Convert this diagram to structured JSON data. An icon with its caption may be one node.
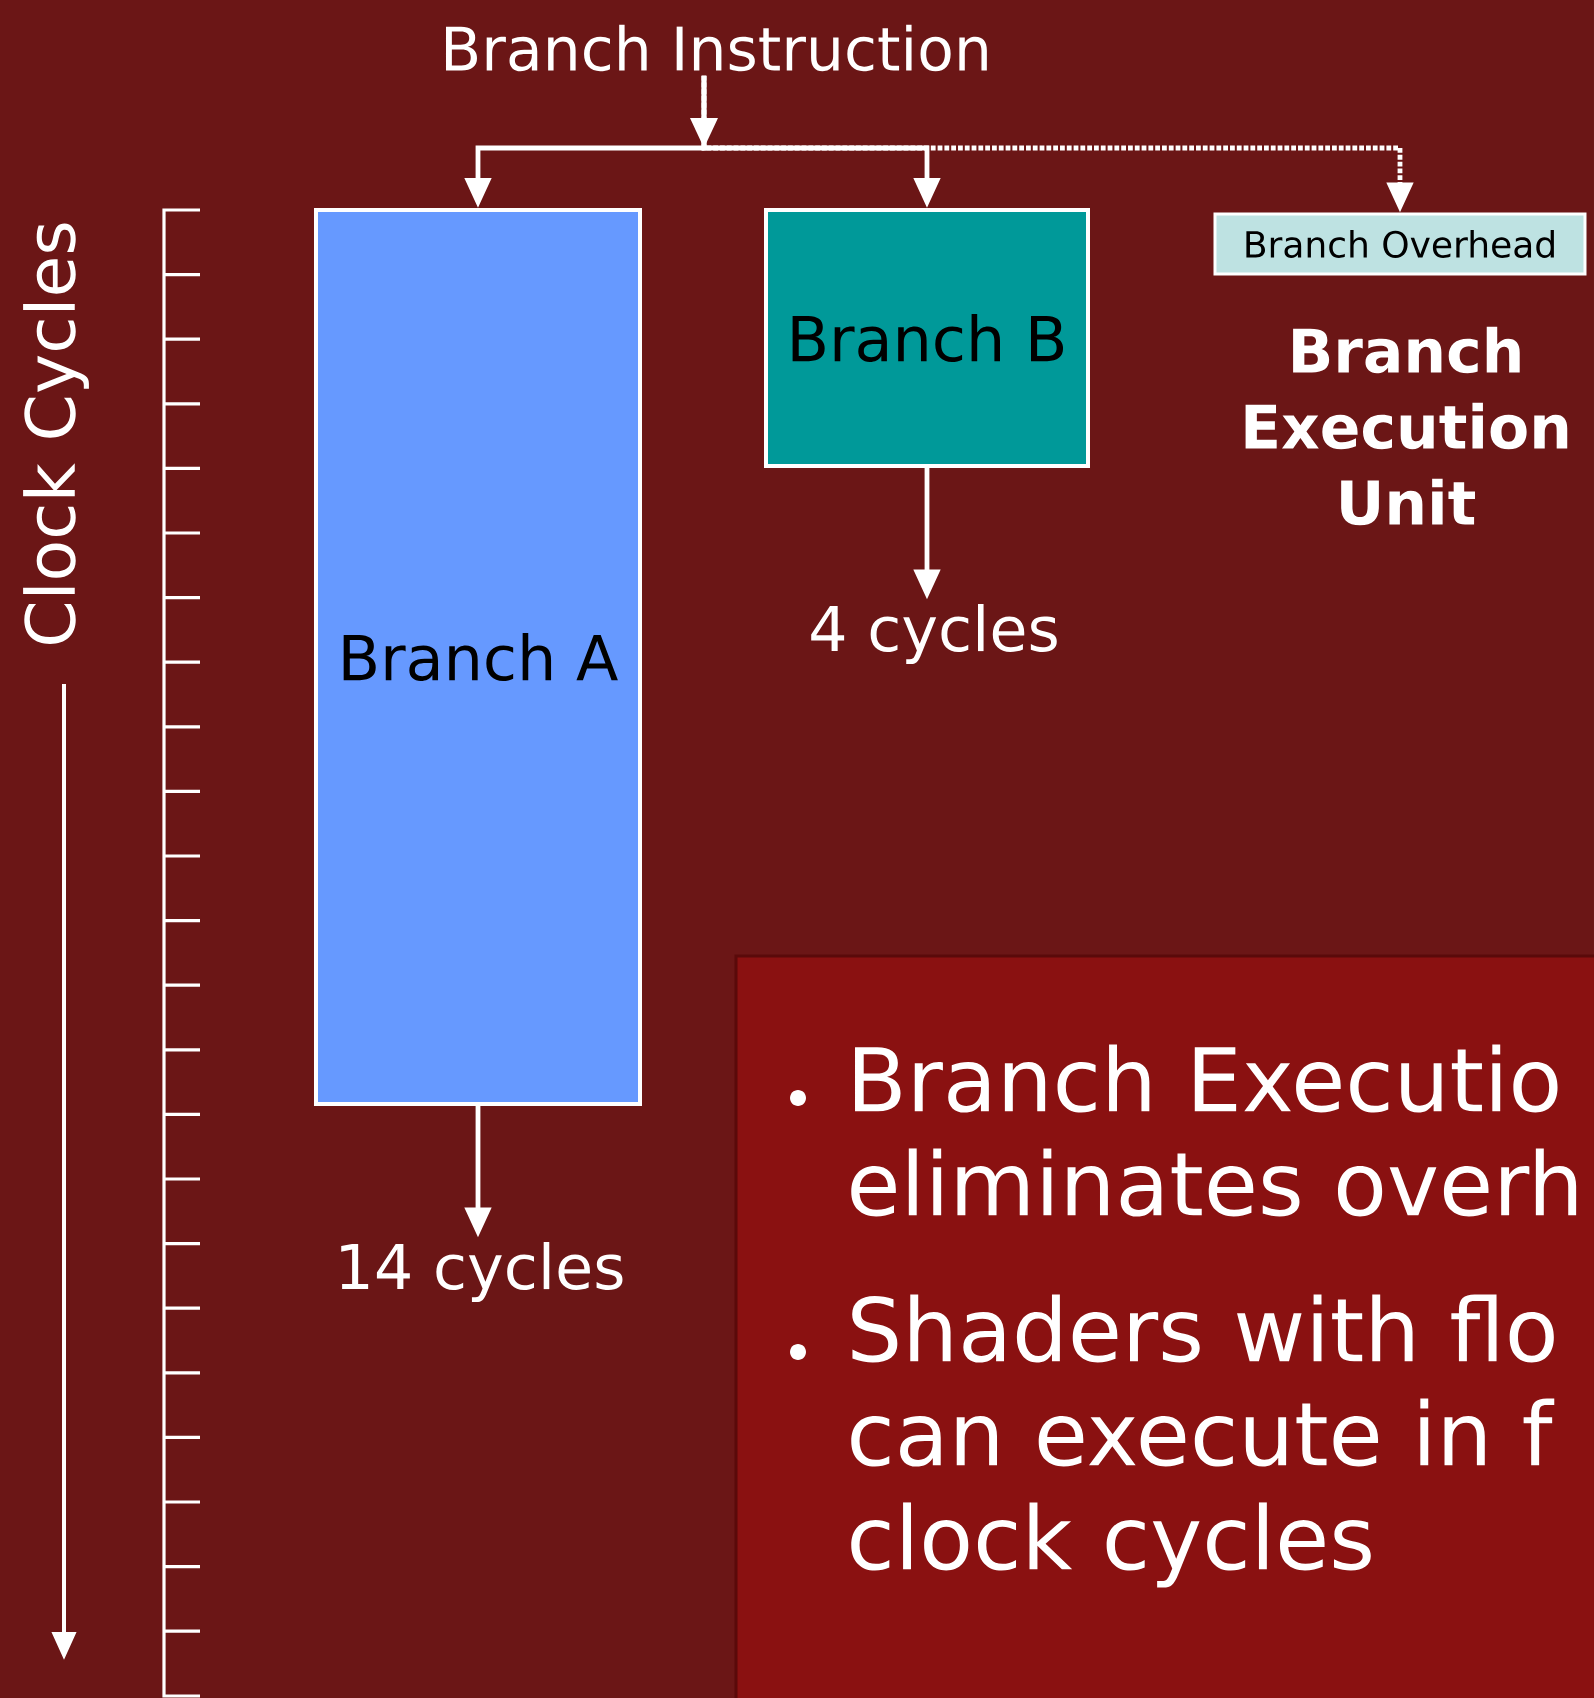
{
  "diagram": {
    "nodes": [
      {
        "text": [
          "Branch Instruction"
        ]
      },
      {
        "text": [
          "Branch A"
        ]
      },
      {
        "text": [
          "Branch B"
        ]
      },
      {
        "text": [
          "Branch Overhead"
        ],
        "beside": [
          "Branch Execution Unit"
        ]
      },
      {
        "text": [
          "4 cycles"
        ]
      },
      {
        "text": [
          "14 cycles"
        ]
      }
    ],
    "edges": [
      {
        "from": 0,
        "to": 1,
        "arrow": "to"
      },
      {
        "from": 0,
        "to": 2,
        "arrow": "to"
      },
      {
        "from": 0,
        "to": 3,
        "arrow": "to",
        "style": "dashed"
      },
      {
        "from": 2,
        "to": 4,
        "arrow": "to"
      },
      {
        "from": 1,
        "to": 5,
        "arrow": "to"
      }
    ],
    "labels": [
      "Clock Cycles",
      "Branch Executio eliminates overh",
      "Shaders with flo can execute in f clock cycles"
    ]
  }
}
